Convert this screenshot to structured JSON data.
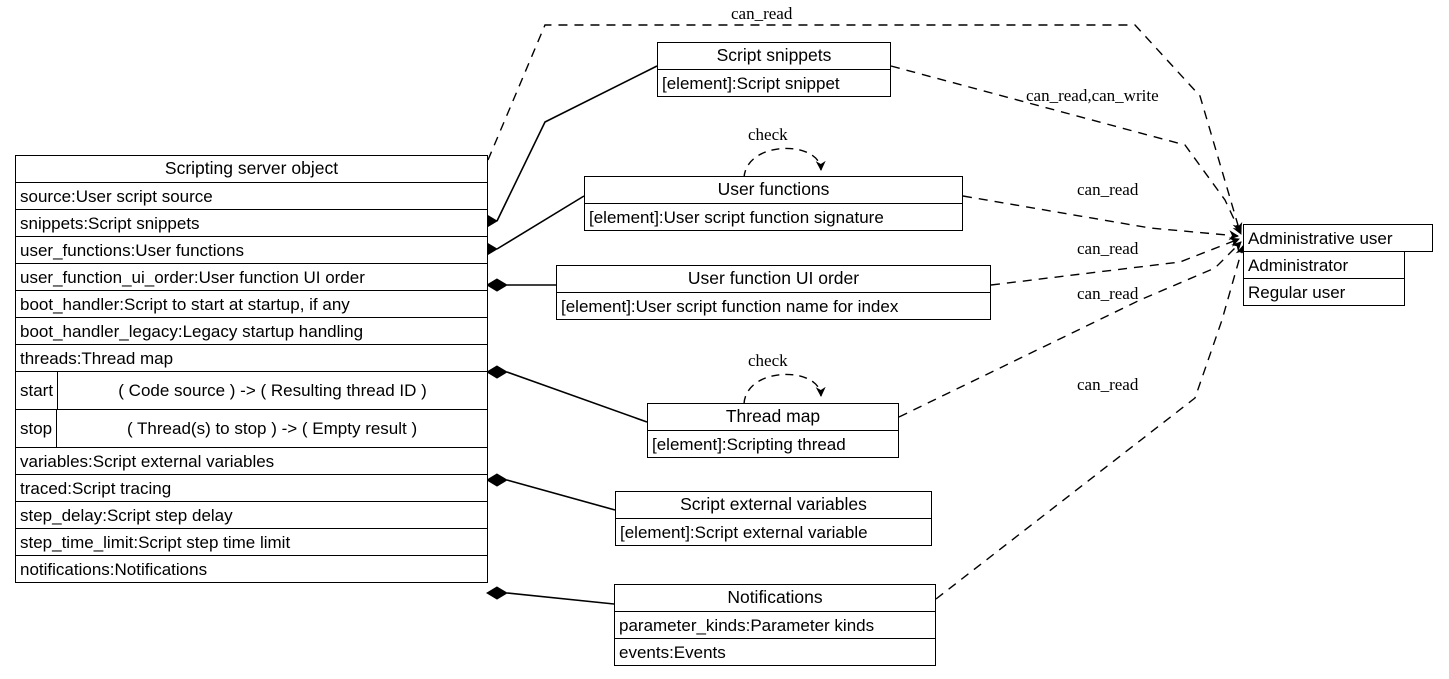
{
  "diagram": {
    "kind": "uml-class-diagram",
    "background": "#ffffff",
    "line_color": "#000000"
  },
  "main_class": {
    "title": "Scripting server object",
    "attributes": [
      "source:User script source",
      "snippets:Script snippets",
      "user_functions:User functions",
      "user_function_ui_order:User function UI order",
      "boot_handler:Script to start at startup, if any",
      "boot_handler_legacy:Legacy startup handling",
      "threads:Thread map"
    ],
    "methods": [
      {
        "name": "start",
        "signature": "(  Code source  )   ->  (  Resulting thread ID  )"
      },
      {
        "name": "stop",
        "signature": "(   Thread(s) to stop  )    ->  (  Empty result  )"
      }
    ],
    "attributes_after": [
      "variables:Script external variables",
      "traced:Script tracing",
      "step_delay:Script step delay",
      "step_time_limit:Script step time limit",
      "notifications:Notifications"
    ]
  },
  "classes": [
    {
      "id": "script-snippets",
      "title": "Script snippets",
      "rows": [
        "[element]:Script snippet"
      ]
    },
    {
      "id": "user-functions",
      "title": "User functions",
      "rows": [
        "[element]:User script function signature"
      ]
    },
    {
      "id": "user-function-ui-order",
      "title": "User function UI order",
      "rows": [
        "[element]:User script function name for index"
      ]
    },
    {
      "id": "thread-map",
      "title": "Thread map",
      "rows": [
        "[element]:Scripting thread"
      ]
    },
    {
      "id": "script-external-variables",
      "title": "Script external variables",
      "rows": [
        "[element]:Script external variable"
      ]
    },
    {
      "id": "notifications",
      "title": "Notifications",
      "rows": [
        "parameter_kinds:Parameter kinds",
        "events:Events"
      ]
    }
  ],
  "actor": {
    "title": "Administrative user",
    "rows": [
      "Administrator",
      "Regular user"
    ]
  },
  "edge_labels": [
    {
      "id": "can-read-top",
      "text": "can_read"
    },
    {
      "id": "can-read-can-write",
      "text": "can_read,can_write"
    },
    {
      "id": "can-read-user-functions",
      "text": "can_read"
    },
    {
      "id": "can-read-ui-order",
      "text": "can_read"
    },
    {
      "id": "can-read-ui-order-2",
      "text": "can_read"
    },
    {
      "id": "can-read-thread-map",
      "text": "can_read"
    },
    {
      "id": "check-user-functions",
      "text": "check"
    },
    {
      "id": "check-thread-map",
      "text": "check"
    }
  ]
}
